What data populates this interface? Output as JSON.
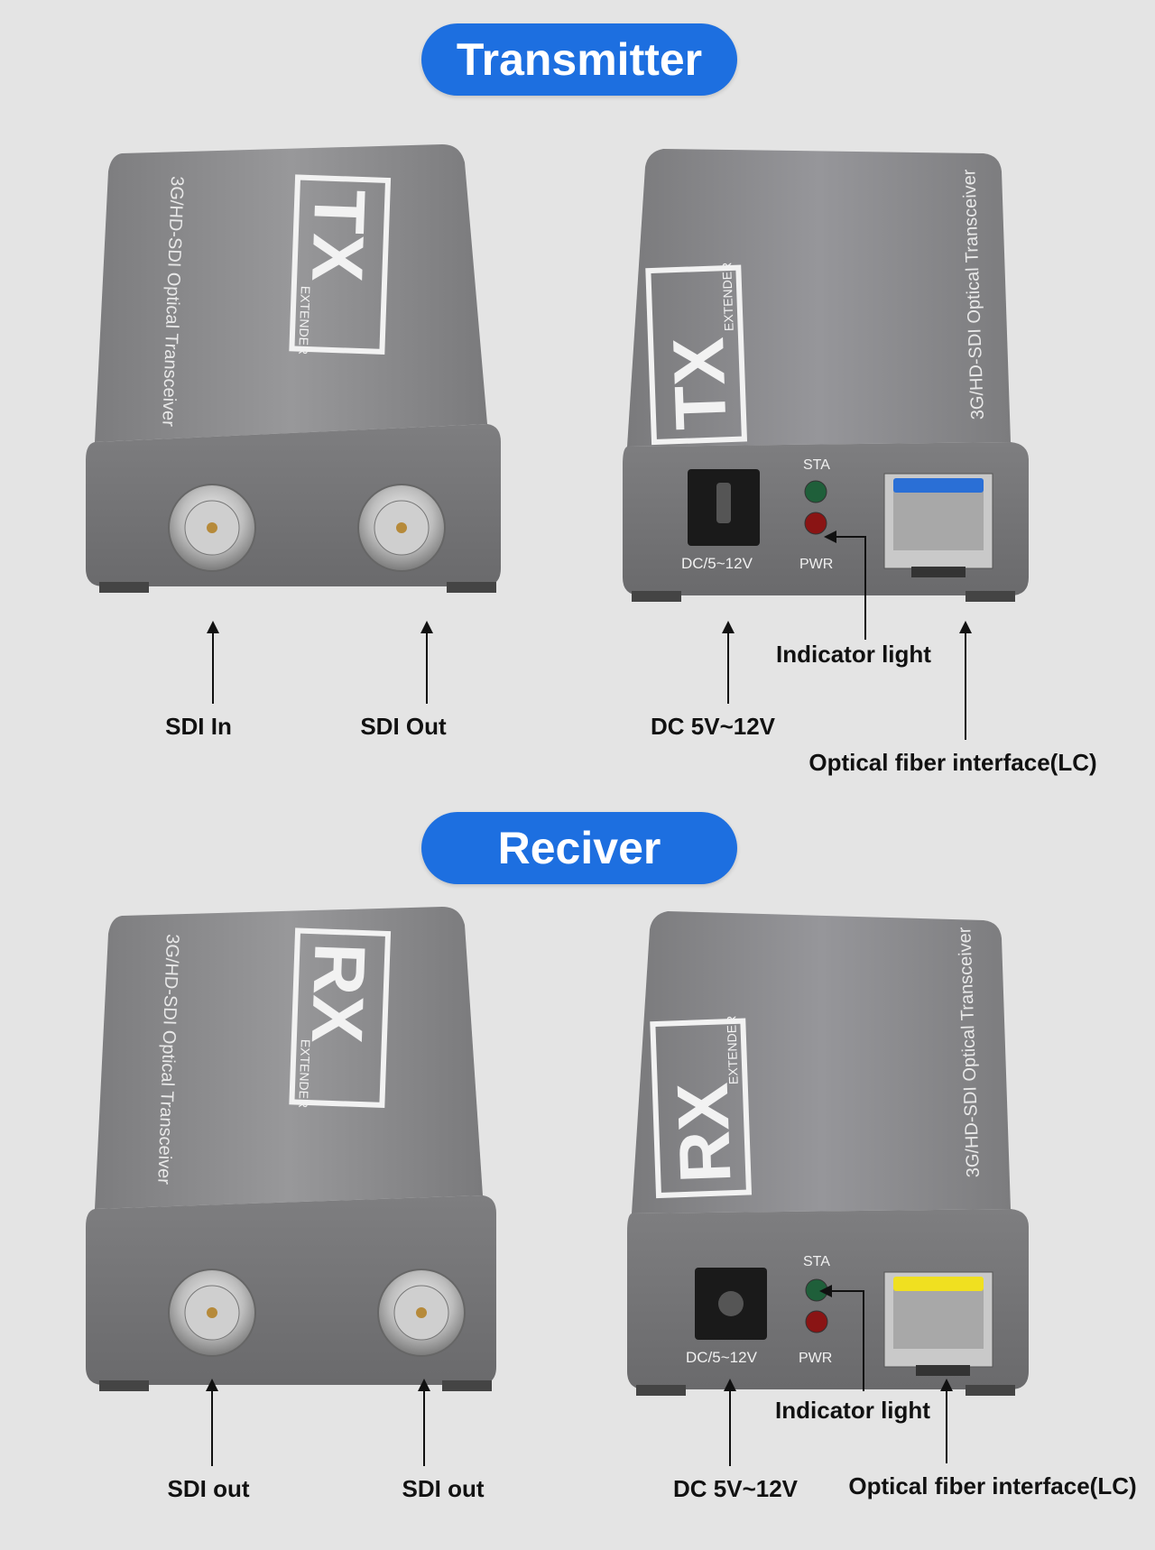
{
  "sections": {
    "transmitter": {
      "title": "Transmitter",
      "left_device": {
        "model_text": "3G/HD-SDI Optical Transceiver",
        "badge": "TX",
        "badge_sub": "EXTENDER",
        "callouts": {
          "port1": "SDI In",
          "port2": "SDI Out"
        }
      },
      "right_device": {
        "model_text": "3G/HD-SDI Optical Transceiver",
        "badge": "TX",
        "badge_sub": "EXTENDER",
        "panel": {
          "sta": "STA",
          "pwr": "PWR",
          "dc": "DC/5~12V"
        },
        "callouts": {
          "indicator": "Indicator light",
          "dc": "DC 5V~12V",
          "optical": "Optical fiber interface(LC)"
        },
        "sfp_latch_color": "#2a6fd6"
      }
    },
    "receiver": {
      "title": "Reciver",
      "left_device": {
        "model_text": "3G/HD-SDI Optical Transceiver",
        "badge": "RX",
        "badge_sub": "EXTENDER",
        "callouts": {
          "port1": "SDI out",
          "port2": "SDI out"
        }
      },
      "right_device": {
        "model_text": "3G/HD-SDI Optical Transceiver",
        "badge": "RX",
        "badge_sub": "EXTENDER",
        "panel": {
          "sta": "STA",
          "pwr": "PWR",
          "dc": "DC/5~12V"
        },
        "callouts": {
          "indicator": "Indicator light",
          "dc": "DC 5V~12V",
          "optical": "Optical fiber interface(LC)"
        },
        "sfp_latch_color": "#f0e020"
      }
    }
  },
  "colors": {
    "accent": "#1d6fe0",
    "background": "#e4e4e4",
    "device_body": "#8a8a8c",
    "led_sta": "#1f5f3a",
    "led_pwr": "#8a1414"
  }
}
